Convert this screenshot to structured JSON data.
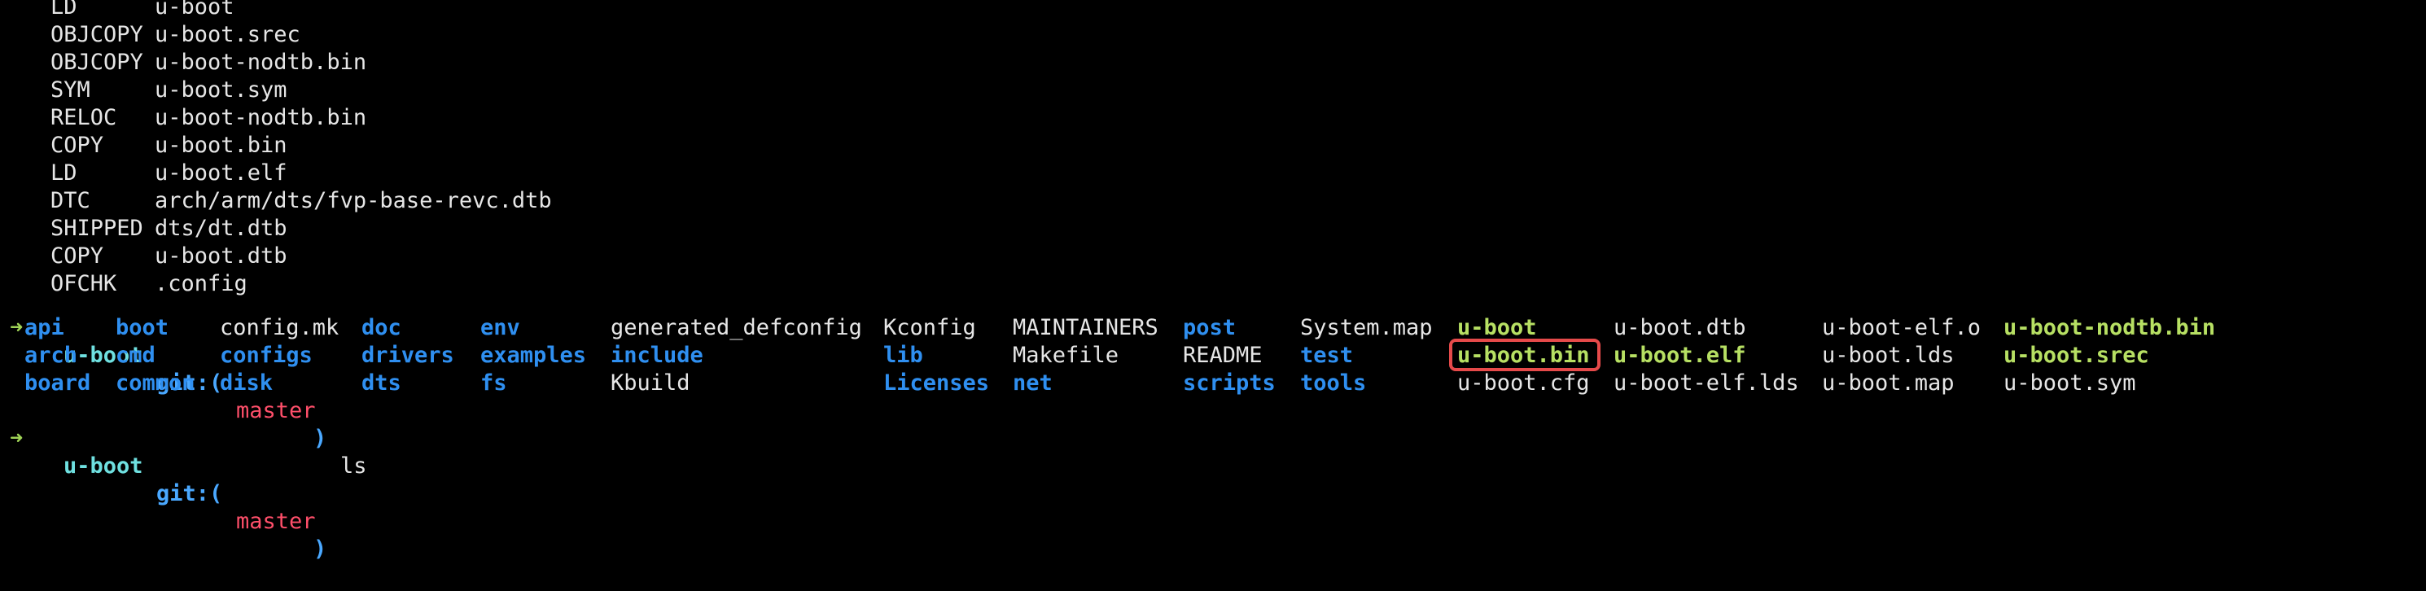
{
  "build_log": [
    {
      "cmd": "LD",
      "arg": "u-boot"
    },
    {
      "cmd": "OBJCOPY",
      "arg": "u-boot.srec"
    },
    {
      "cmd": "OBJCOPY",
      "arg": "u-boot-nodtb.bin"
    },
    {
      "cmd": "SYM",
      "arg": "u-boot.sym"
    },
    {
      "cmd": "RELOC",
      "arg": "u-boot-nodtb.bin"
    },
    {
      "cmd": "COPY",
      "arg": "u-boot.bin"
    },
    {
      "cmd": "LD",
      "arg": "u-boot.elf"
    },
    {
      "cmd": "DTC",
      "arg": "arch/arm/dts/fvp-base-revc.dtb"
    },
    {
      "cmd": "SHIPPED",
      "arg": "dts/dt.dtb"
    },
    {
      "cmd": "COPY",
      "arg": "u-boot.dtb"
    },
    {
      "cmd": "OFCHK",
      "arg": ".config"
    }
  ],
  "prompt": {
    "arrow": "➜",
    "dir": "u-boot",
    "git": "git:(",
    "branch": "master",
    "git_close": ")",
    "command": "ls"
  },
  "ls_output": {
    "rows": [
      [
        {
          "name": "api",
          "type": "dir"
        },
        {
          "name": "boot",
          "type": "dir"
        },
        {
          "name": "config.mk",
          "type": "file"
        },
        {
          "name": "doc",
          "type": "dir"
        },
        {
          "name": "env",
          "type": "dir"
        },
        {
          "name": "generated_defconfig",
          "type": "file"
        },
        {
          "name": "Kconfig",
          "type": "file"
        },
        {
          "name": "MAINTAINERS",
          "type": "file"
        },
        {
          "name": "post",
          "type": "dir"
        },
        {
          "name": "System.map",
          "type": "file"
        },
        {
          "name": "u-boot",
          "type": "exec"
        },
        {
          "name": "u-boot.dtb",
          "type": "file"
        },
        {
          "name": "u-boot-elf.o",
          "type": "file"
        },
        {
          "name": "u-boot-nodtb.bin",
          "type": "exec"
        }
      ],
      [
        {
          "name": "arch",
          "type": "dir"
        },
        {
          "name": "cmd",
          "type": "dir"
        },
        {
          "name": "configs",
          "type": "dir"
        },
        {
          "name": "drivers",
          "type": "dir"
        },
        {
          "name": "examples",
          "type": "dir"
        },
        {
          "name": "include",
          "type": "dir"
        },
        {
          "name": "lib",
          "type": "dir"
        },
        {
          "name": "Makefile",
          "type": "file"
        },
        {
          "name": "README",
          "type": "file"
        },
        {
          "name": "test",
          "type": "dir"
        },
        {
          "name": "u-boot.bin",
          "type": "exec"
        },
        {
          "name": "u-boot.elf",
          "type": "exec"
        },
        {
          "name": "u-boot.lds",
          "type": "file"
        },
        {
          "name": "u-boot.srec",
          "type": "exec"
        }
      ],
      [
        {
          "name": "board",
          "type": "dir"
        },
        {
          "name": "common",
          "type": "dir"
        },
        {
          "name": "disk",
          "type": "dir"
        },
        {
          "name": "dts",
          "type": "dir"
        },
        {
          "name": "fs",
          "type": "dir"
        },
        {
          "name": "Kbuild",
          "type": "file"
        },
        {
          "name": "Licenses",
          "type": "dir"
        },
        {
          "name": "net",
          "type": "dir"
        },
        {
          "name": "scripts",
          "type": "dir"
        },
        {
          "name": "tools",
          "type": "dir"
        },
        {
          "name": "u-boot.cfg",
          "type": "file"
        },
        {
          "name": "u-boot-elf.lds",
          "type": "file"
        },
        {
          "name": "u-boot.map",
          "type": "file"
        },
        {
          "name": "u-boot.sym",
          "type": "file"
        }
      ]
    ]
  },
  "colors": {
    "background": "#000000",
    "text": "#e6e6e6",
    "dir": "#2f8ff0",
    "exec": "#b7e063",
    "prompt_arrow": "#9fd356",
    "prompt_dir": "#6fe0e0",
    "prompt_git": "#4aa8ff",
    "prompt_branch": "#ff4f6a",
    "highlight": "#e64a4a"
  }
}
